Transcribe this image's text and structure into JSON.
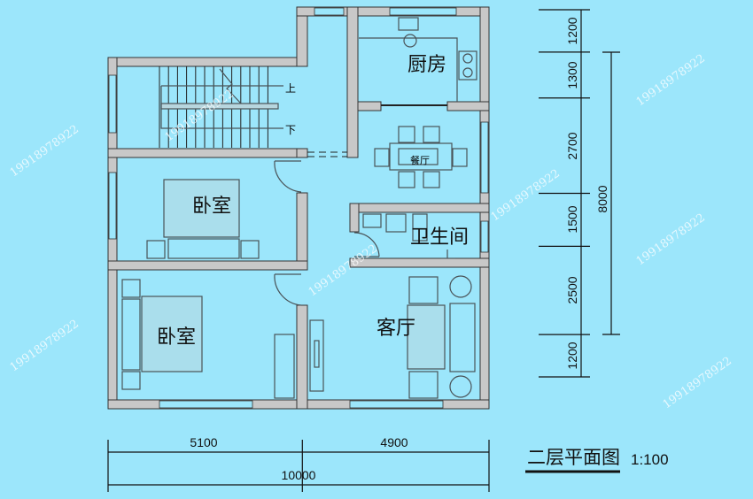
{
  "plan": {
    "title": "二层平面图",
    "scale": "1:100",
    "rooms": {
      "kitchen": "厨房",
      "dining": "餐厅",
      "bedroom_upper": "卧室",
      "bathroom": "卫生间",
      "bedroom_lower": "卧室",
      "living_room": "客厅"
    },
    "stair_labels": {
      "up": "上",
      "down": "下"
    }
  },
  "dimensions": {
    "vertical": [
      "1200",
      "1300",
      "2700",
      "1500",
      "2500",
      "1200"
    ],
    "vertical_total": "8000",
    "horizontal": [
      "5100",
      "4900"
    ],
    "horizontal_total": "10000"
  },
  "watermark": "19918978922",
  "colors": {
    "background": "#9ce6fb",
    "wall": "#c8c8c8"
  }
}
